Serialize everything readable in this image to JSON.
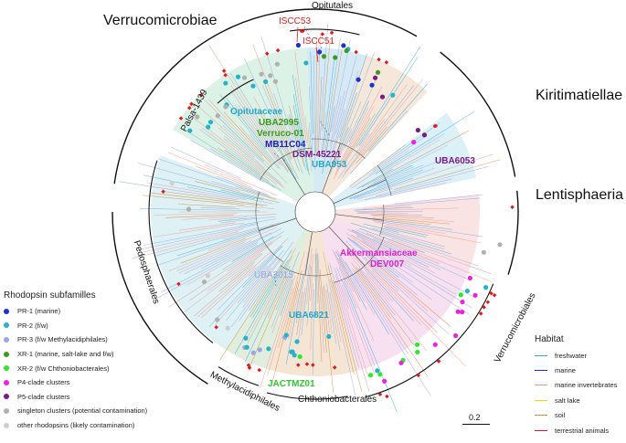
{
  "classes": {
    "verrucomicrobiae": "Verrucomicrobiae",
    "kiritimatiellae": "Kiritimatiellae",
    "lentisphaeria": "Lentisphaeria"
  },
  "orders": {
    "opitutales": "Opitutales",
    "palsa1439": "Palsa-1439",
    "pedosphaerales": "Pedosphaerales",
    "methylacidiphilales": "Methylacidiphilales",
    "chthoniobacterales": "Chthoniobacterales",
    "verrucomicrobiales": "Verrucomicrobiales"
  },
  "clades": {
    "iscc53": "ISCC53",
    "iscc51": "ISCC51",
    "opitutaceae": "Opitutaceae",
    "uba2995": "UBA2995",
    "verruco01": "Verruco-01",
    "mb11c04": "MB11C04",
    "dsm45221": "DSM-45221",
    "uba953": "UBA953",
    "uba6053": "UBA6053",
    "akkermansiaceae": "Akkermansiaceae",
    "dev007": "DEV007",
    "uba3015": "UBA3015",
    "uba6821": "UBA6821",
    "jactmz01": "JACTMZ01"
  },
  "rhodopsin_legend": {
    "title": "Rhodopsin subfamilles",
    "items": [
      {
        "label": "PR-1 (marine)",
        "color": "#1f2fd0"
      },
      {
        "label": "PR-2 (f/w)",
        "color": "#26b3c9"
      },
      {
        "label": "PR-3 (f/w Methylacidiphilales)",
        "color": "#9aa6e6"
      },
      {
        "label": "XR-1 (marine, salt-lake and f/w)",
        "color": "#3c9a20"
      },
      {
        "label": "XR-2 (f/w Chthoniobacterales)",
        "color": "#2ee82e"
      },
      {
        "label": "P4-clade clusters",
        "color": "#f020e0"
      },
      {
        "label": "P5-clade clusters",
        "color": "#7a1a8a"
      },
      {
        "label": "singleton clusters (potential contamination)",
        "color": "#b0b0b0"
      },
      {
        "label": "other rhodopsins (likely contamination)",
        "color": "#cfcfcf"
      }
    ]
  },
  "habitat_legend": {
    "title": "Habitat",
    "items": [
      {
        "label": "freshwater",
        "color": "#3aa6d6"
      },
      {
        "label": "marine",
        "color": "#1b2fd8"
      },
      {
        "label": "marine invertebrates",
        "color": "#e79a9a"
      },
      {
        "label": "salt lake",
        "color": "#e8e000"
      },
      {
        "label": "soil",
        "color": "#d58a3a"
      },
      {
        "label": "terrestrial animals",
        "color": "#e01a1a"
      }
    ]
  },
  "scale_bar": "0.2"
}
